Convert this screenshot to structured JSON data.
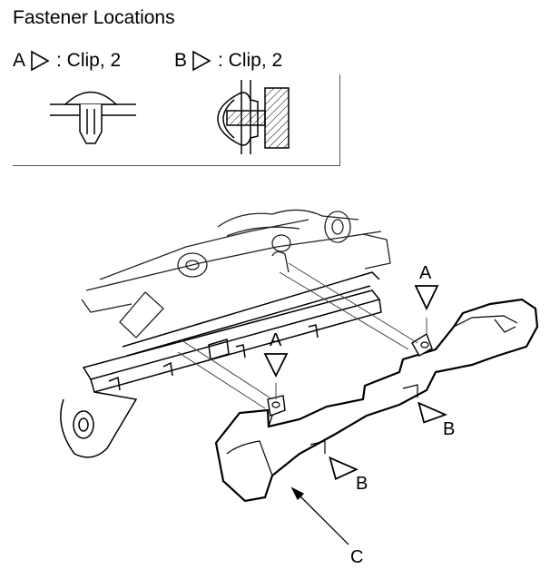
{
  "title": "Fastener Locations",
  "legend": [
    {
      "letter": "A",
      "text": ": Clip, 2"
    },
    {
      "letter": "B",
      "text": ": Clip, 2"
    }
  ],
  "callouts": {
    "a1": "A",
    "a2": "A",
    "b1": "B",
    "b2": "B",
    "c": "C"
  }
}
